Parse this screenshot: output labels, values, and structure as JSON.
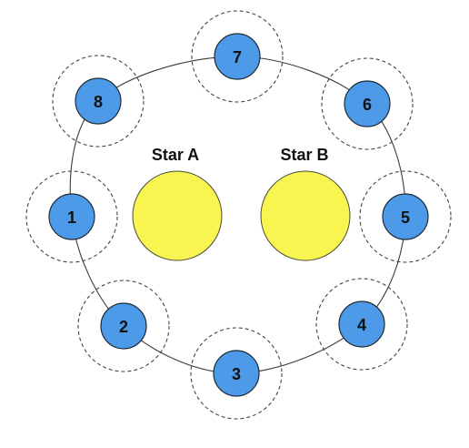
{
  "colors": {
    "planet_fill": "#4d9be8",
    "star_fill": "#f8f450",
    "orbit_stroke": "#3a3a3a"
  },
  "stars": [
    {
      "label": "Star A"
    },
    {
      "label": "Star B"
    }
  ],
  "planets": [
    {
      "label": "1"
    },
    {
      "label": "2"
    },
    {
      "label": "3"
    },
    {
      "label": "4"
    },
    {
      "label": "5"
    },
    {
      "label": "6"
    },
    {
      "label": "7"
    },
    {
      "label": "8"
    }
  ]
}
